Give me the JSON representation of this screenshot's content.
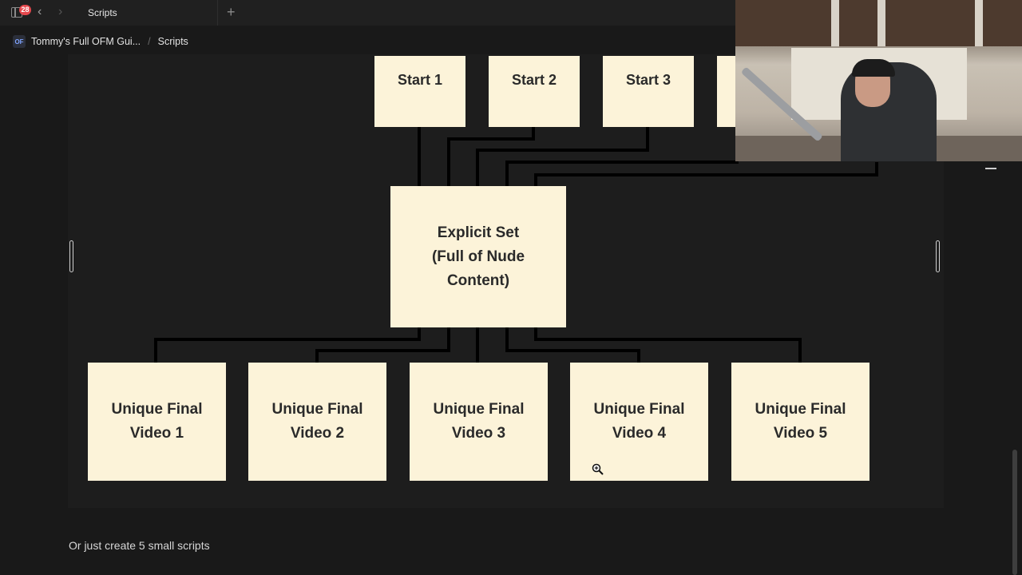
{
  "tabs": {
    "notification_count": "28",
    "back_glyph": "‹",
    "forward_glyph": "›",
    "active_title": "Scripts",
    "add_glyph": "+"
  },
  "breadcrumb": {
    "workspace_icon": "OF",
    "workspace": "Tommy's Full OFM Gui...",
    "separator": "/",
    "page": "Scripts"
  },
  "diagram": {
    "starts": [
      "Start 1",
      "Start 2",
      "Start 3"
    ],
    "center": {
      "line1": "Explicit Set",
      "line2": "(Full of Nude",
      "line3": "Content)"
    },
    "finals": [
      {
        "line1": "Unique Final",
        "line2": "Video 1"
      },
      {
        "line1": "Unique Final",
        "line2": "Video 2"
      },
      {
        "line1": "Unique Final",
        "line2": "Video 3"
      },
      {
        "line1": "Unique Final",
        "line2": "Video 4"
      },
      {
        "line1": "Unique Final",
        "line2": "Video 5"
      }
    ],
    "node_color": "#fcf3d9",
    "connector_color": "#000000"
  },
  "caption": "Or just create 5 small scripts",
  "icons": [
    "sidebar-toggle-icon",
    "workspace-icon",
    "zoom-in-icon"
  ]
}
